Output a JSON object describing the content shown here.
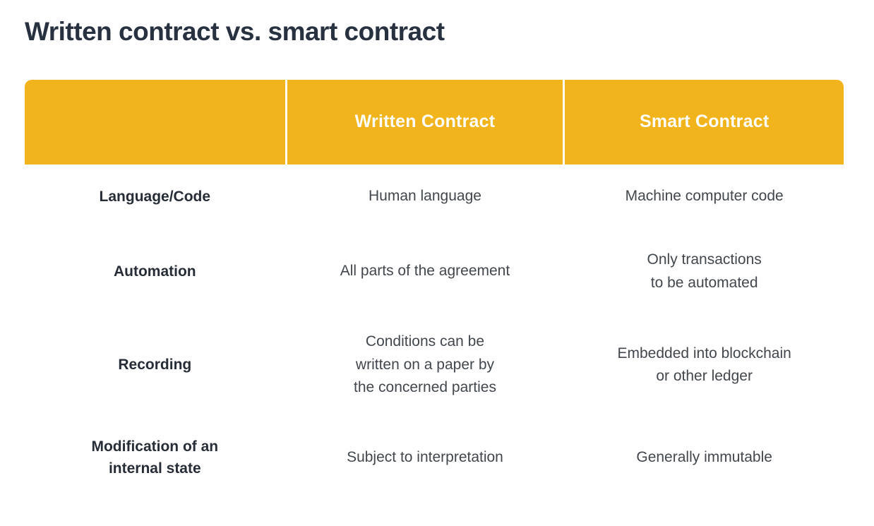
{
  "page": {
    "title": "Written contract vs. smart contract"
  },
  "colors": {
    "header_bg": "#F2B41C",
    "header_text": "#FFFFFF",
    "row_alt_bg": "#F1F1F2",
    "row_bg": "#FFFFFF",
    "title_text": "#273140",
    "label_text": "#272D36",
    "cell_text": "#42474D"
  },
  "chart_data": {
    "type": "table",
    "title": "Written contract vs. smart contract",
    "columns": [
      "",
      "Written Contract",
      "Smart Contract"
    ],
    "rows": [
      {
        "label": "Language/Code",
        "written": "Human language",
        "smart": "Machine computer code"
      },
      {
        "label": "Automation",
        "written": "All parts of the agreement",
        "smart": "Only transactions\nto be automated"
      },
      {
        "label": "Recording",
        "written": "Conditions can be\nwritten on a paper by\nthe concerned parties",
        "smart": "Embedded into blockchain\nor other ledger"
      },
      {
        "label": "Modification of an\ninternal state",
        "written": "Subject to interpretation",
        "smart": "Generally immutable"
      }
    ]
  }
}
